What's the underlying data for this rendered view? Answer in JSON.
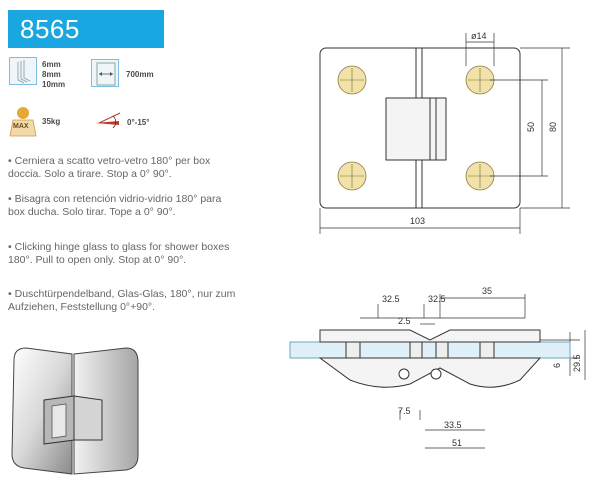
{
  "product": {
    "code": "8565"
  },
  "specs": {
    "glass_thickness": [
      "6mm",
      "8mm",
      "10mm"
    ],
    "max_width": "700mm",
    "max_weight_badge": "MAX",
    "max_weight": "35kg",
    "angle": "0°-15°"
  },
  "descriptions": [
    {
      "bullet": "•",
      "text": "Cerniera a scatto vetro-vetro 180° per box doccia. Solo a tirare. Stop a 0° 90°."
    },
    {
      "bullet": "•",
      "text": "Bisagra con retención vidrio-vidrio 180° para box ducha. Solo tirar. Tope a 0° 90°."
    },
    {
      "bullet": "•",
      "text": "Clicking hinge glass to glass for shower boxes 180°. Pull to open only. Stop at 0° 90°."
    },
    {
      "bullet": "•",
      "text": "Duschtürpendelband, Glas-Glas, 180°, nur zum Aufziehen, Feststellung 0°+90°."
    }
  ],
  "drawing_top": {
    "hole_diameter": "ø14",
    "height_inner": "50",
    "height_total": "80",
    "width_total": "103"
  },
  "drawing_side": {
    "dim_32_5_left": "32.5",
    "dim_32_5_right": "32.5",
    "dim_35": "35",
    "dim_2_5": "2.5",
    "dim_6": "6",
    "dim_29_5": "29.5",
    "dim_7_5": "7.5",
    "dim_33_5": "33.5",
    "dim_51": "51"
  }
}
